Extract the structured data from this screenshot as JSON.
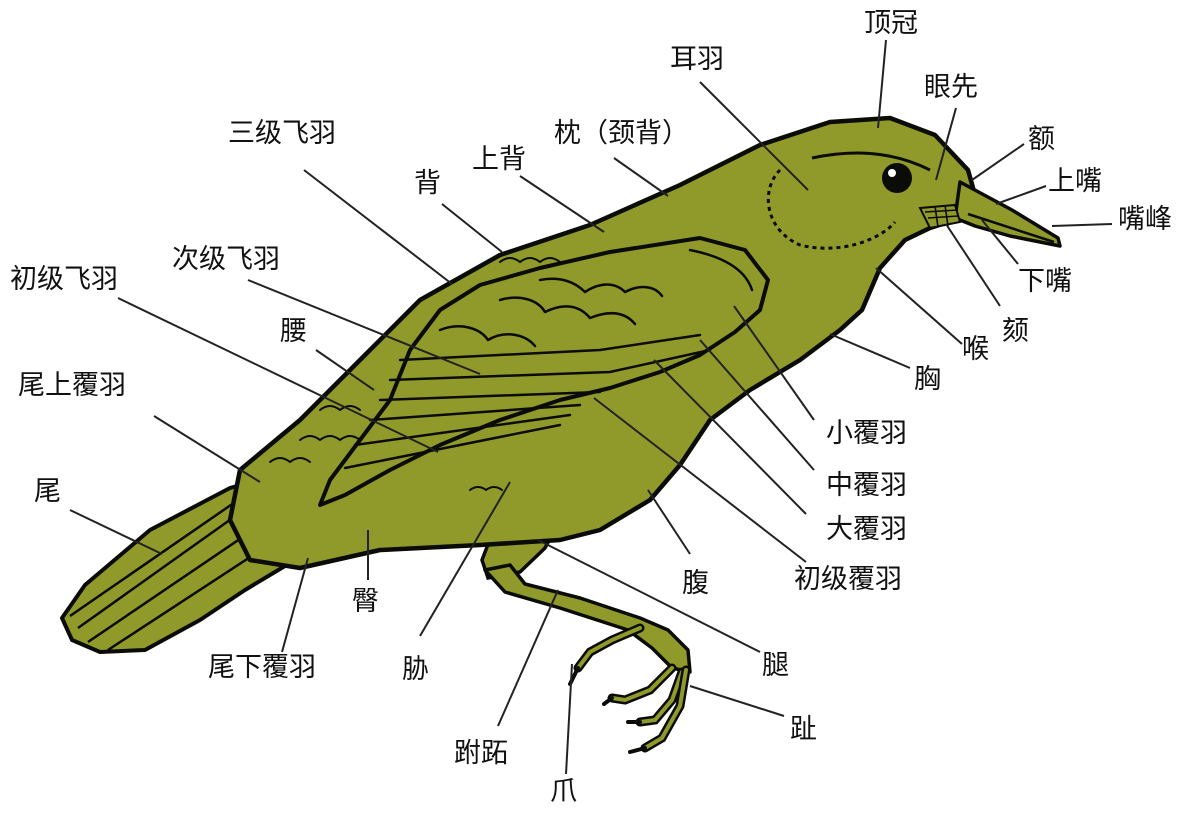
{
  "colors": {
    "body": "#8f9a2a",
    "outline": "#0b0b08",
    "leader": "#222222",
    "background": "#ffffff"
  },
  "labels": {
    "crown": "顶冠",
    "ear_coverts": "耳羽",
    "lores": "眼先",
    "forehead": "额",
    "upper_mandible": "上嘴",
    "culmen": "嘴峰",
    "lower_mandible": "下嘴",
    "chin": "颏",
    "throat": "喉",
    "breast": "胸",
    "nape": "枕（颈背）",
    "mantle": "上背",
    "back": "背",
    "tertials": "三级飞羽",
    "secondaries": "次级飞羽",
    "primaries": "初级飞羽",
    "rump": "腰",
    "uppertail_coverts": "尾上覆羽",
    "tail": "尾",
    "lesser_coverts": "小覆羽",
    "median_coverts": "中覆羽",
    "greater_coverts": "大覆羽",
    "primary_coverts": "初级覆羽",
    "belly": "腹",
    "vent": "臀",
    "undertail_coverts": "尾下覆羽",
    "flank": "胁",
    "thigh": "腿",
    "toes": "趾",
    "tarsus": "跗跖",
    "claw": "爪"
  }
}
